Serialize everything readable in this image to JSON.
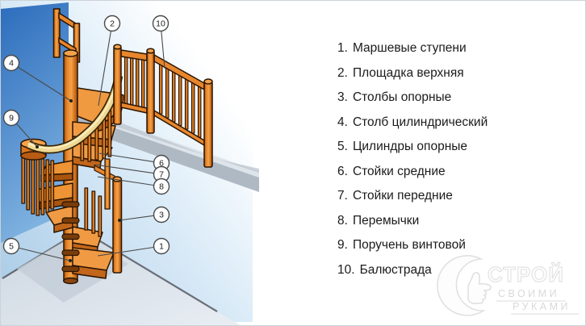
{
  "illustration": {
    "description": "spiral-staircase-parts-diagram",
    "callouts": [
      {
        "num": "1"
      },
      {
        "num": "2"
      },
      {
        "num": "3"
      },
      {
        "num": "4"
      },
      {
        "num": "5"
      },
      {
        "num": "6"
      },
      {
        "num": "7"
      },
      {
        "num": "8"
      },
      {
        "num": "9"
      },
      {
        "num": "10"
      }
    ]
  },
  "legend": {
    "items": [
      {
        "num": "1.",
        "label": "Маршевые ступени"
      },
      {
        "num": "2.",
        "label": "Площадка верхняя"
      },
      {
        "num": "3.",
        "label": "Столбы опорные"
      },
      {
        "num": "4.",
        "label": "Столб цилиндрический"
      },
      {
        "num": "5.",
        "label": "Цилиндры опорные"
      },
      {
        "num": "6.",
        "label": "Стойки средние"
      },
      {
        "num": "7.",
        "label": "Стойки передние"
      },
      {
        "num": "8.",
        "label": "Перемычки"
      },
      {
        "num": "9.",
        "label": "Поручень винтовой"
      },
      {
        "num": "10.",
        "label": "Балюстрада"
      }
    ]
  },
  "watermark": {
    "title": "СТРОЙ",
    "line1": "СВОИМИ",
    "line2": "РУКАМИ"
  },
  "colors": {
    "wall_blue_top": "#2b6cbc",
    "wall_blue_bottom": "#7fb2e0",
    "wood_orange": "#e8862c",
    "wood_face_light": "#f09b44",
    "wood_dark": "#c2661b",
    "outline_brown": "#2a1503",
    "handrail_cream": "#efd893",
    "floor_gray": "#d7dfe8",
    "legend_text": "#1b1b1b",
    "watermark_gray": "#dcdcdc"
  }
}
